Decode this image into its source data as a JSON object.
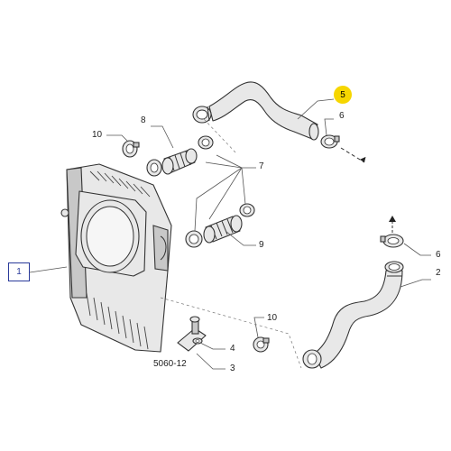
{
  "diagram": {
    "callouts": {
      "c1": "1",
      "c2": "2",
      "c3": "3",
      "c4": "4",
      "c5": "5",
      "c6_top": "6",
      "c6_right": "6",
      "c7": "7",
      "c8": "8",
      "c9": "9",
      "c10_top": "10",
      "c10_bottom": "10"
    },
    "reference": "5060-12",
    "colors": {
      "highlight": "#f6d600",
      "callout_box": "#2a3a9a"
    }
  }
}
